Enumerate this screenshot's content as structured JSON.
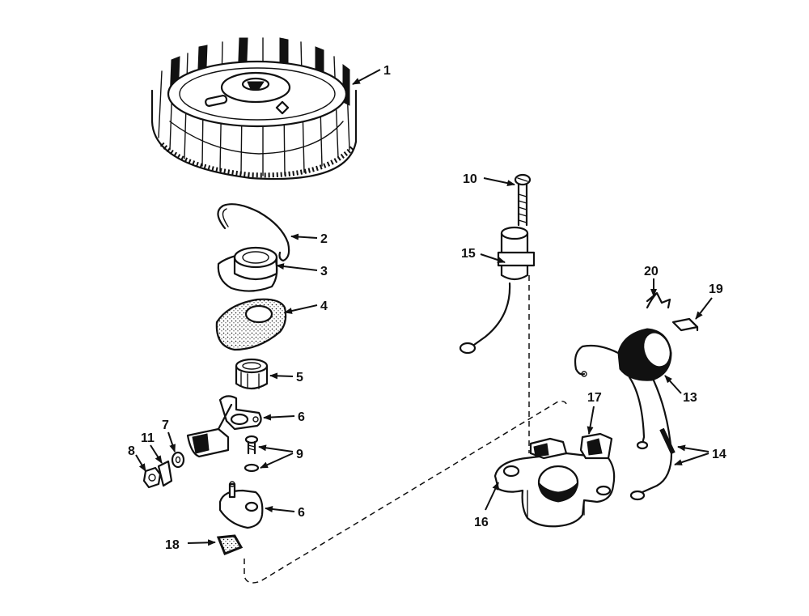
{
  "callouts": {
    "c1": "1",
    "c2": "2",
    "c3": "3",
    "c4": "4",
    "c5": "5",
    "c6a": "6",
    "c6b": "6",
    "c7": "7",
    "c8": "8",
    "c9": "9",
    "c10": "10",
    "c11": "11",
    "c13": "13",
    "c14": "14",
    "c15": "15",
    "c16": "16",
    "c17": "17",
    "c18": "18",
    "c19": "19",
    "c20": "20"
  },
  "colors": {
    "ink": "#111111",
    "paper": "#ffffff"
  }
}
